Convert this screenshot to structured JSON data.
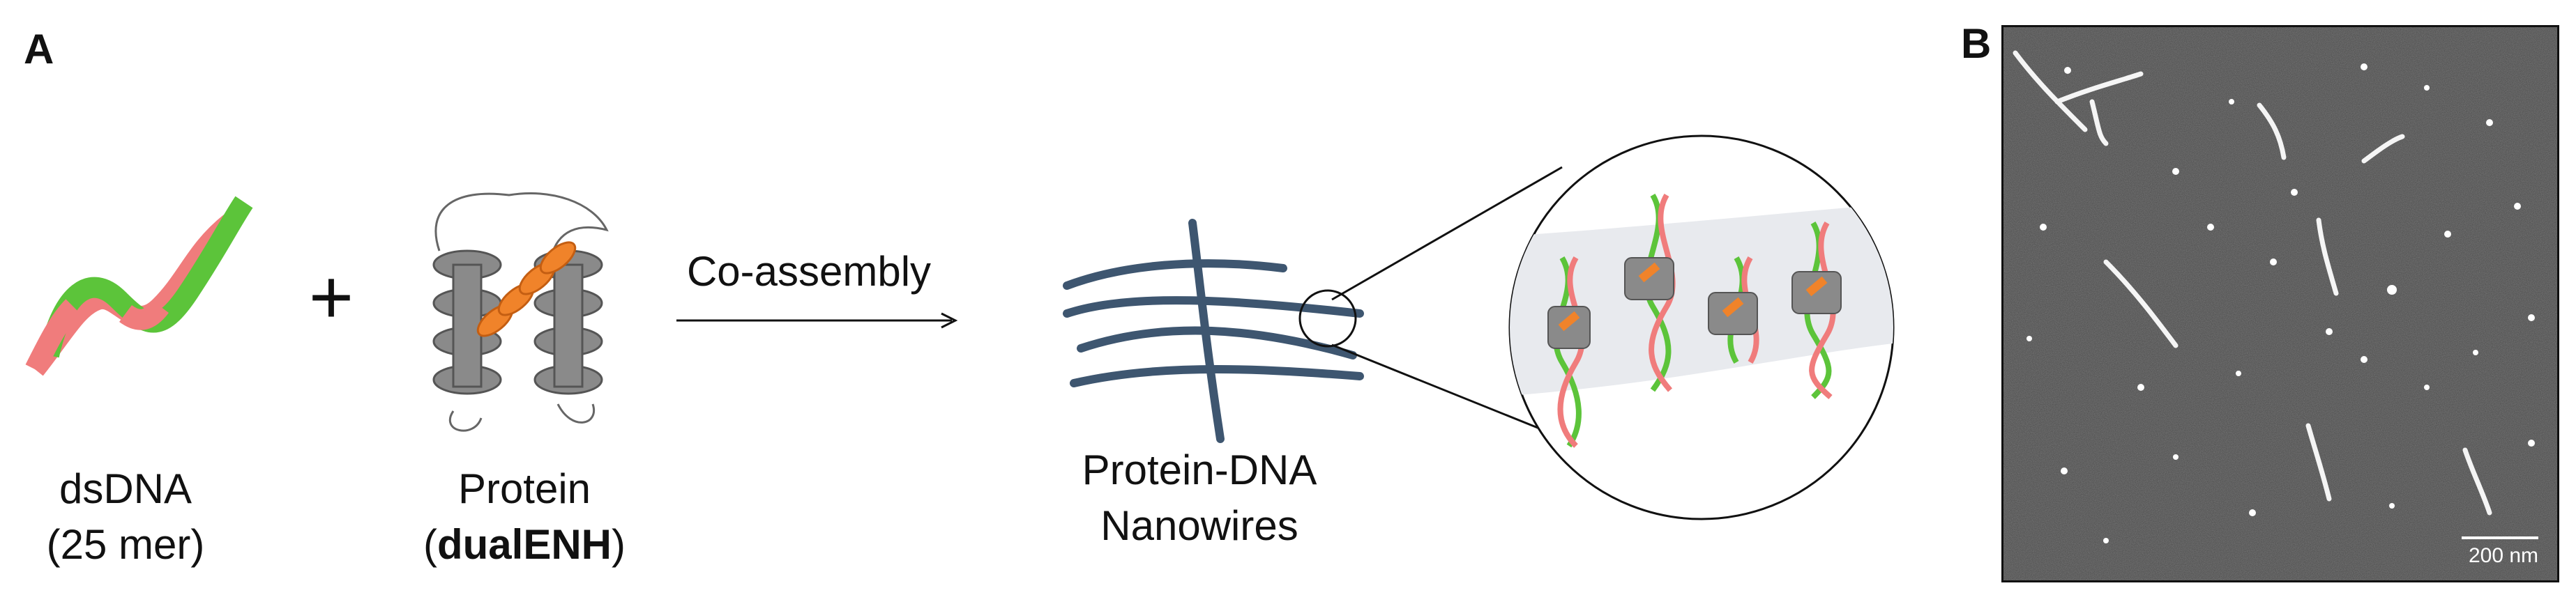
{
  "panels": {
    "a": "A",
    "b": "B"
  },
  "labels": {
    "dsdna_line1": "dsDNA",
    "dsdna_line2": "(25 mer)",
    "protein_line1": "Protein",
    "protein_open": "(",
    "protein_name": "dualENH",
    "protein_close": ")",
    "plus": "+",
    "arrow": "Co-assembly",
    "nanowires_line1": "Protein-DNA",
    "nanowires_line2": "Nanowires"
  },
  "afm": {
    "scale_bar": "200 nm"
  },
  "colors": {
    "dna_green": "#5cc43a",
    "dna_pink": "#f07c7c",
    "protein_gray": "#8a8a8a",
    "protein_orange": "#f0832a",
    "wire_blue": "#3e5670",
    "afm_bg": "#4a4a4a"
  }
}
